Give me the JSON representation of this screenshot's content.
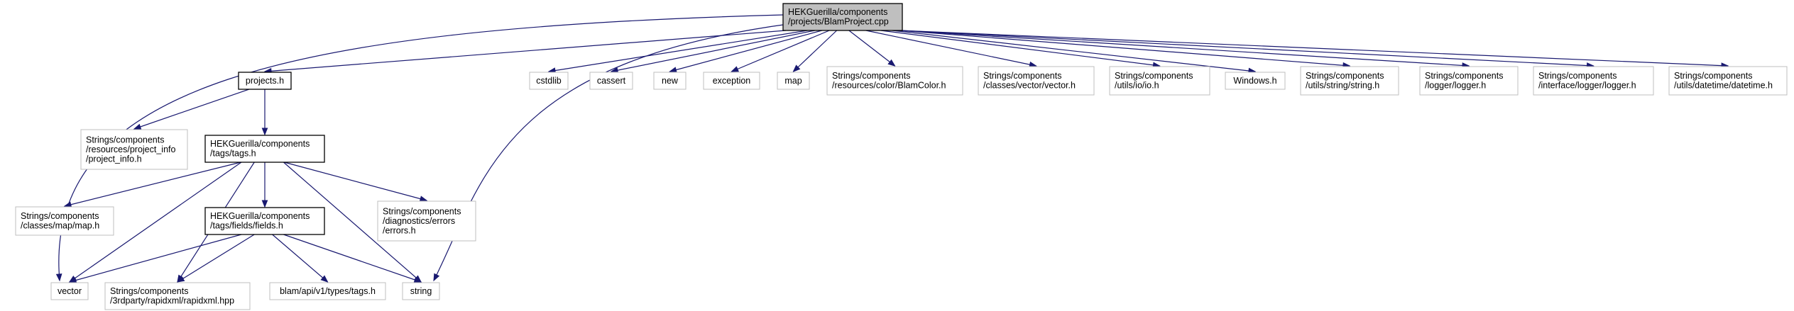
{
  "nodes": [
    {
      "id": "root",
      "lines": [
        "HEKGuerilla/components",
        "/projects/BlamProject.cpp"
      ],
      "style": "root"
    },
    {
      "id": "projects_h",
      "lines": [
        "projects.h"
      ],
      "style": "linked"
    },
    {
      "id": "vector",
      "lines": [
        "vector"
      ],
      "style": "external"
    },
    {
      "id": "string",
      "lines": [
        "string"
      ],
      "style": "external"
    },
    {
      "id": "cstdlib",
      "lines": [
        "cstdlib"
      ],
      "style": "external"
    },
    {
      "id": "cassert",
      "lines": [
        "cassert"
      ],
      "style": "external"
    },
    {
      "id": "new",
      "lines": [
        "new"
      ],
      "style": "external"
    },
    {
      "id": "exception",
      "lines": [
        "exception"
      ],
      "style": "external"
    },
    {
      "id": "map",
      "lines": [
        "map"
      ],
      "style": "external"
    },
    {
      "id": "blamcolor",
      "lines": [
        "Strings/components",
        "/resources/color/BlamColor.h"
      ],
      "style": "external"
    },
    {
      "id": "vector_h",
      "lines": [
        "Strings/components",
        "/classes/vector/vector.h"
      ],
      "style": "external"
    },
    {
      "id": "io_h",
      "lines": [
        "Strings/components",
        "/utils/io/io.h"
      ],
      "style": "external"
    },
    {
      "id": "windows_h",
      "lines": [
        "Windows.h"
      ],
      "style": "external"
    },
    {
      "id": "string_h",
      "lines": [
        "Strings/components",
        "/utils/string/string.h"
      ],
      "style": "external"
    },
    {
      "id": "logger_h",
      "lines": [
        "Strings/components",
        "/logger/logger.h"
      ],
      "style": "external"
    },
    {
      "id": "iface_logger_h",
      "lines": [
        "Strings/components",
        "/interface/logger/logger.h"
      ],
      "style": "external"
    },
    {
      "id": "datetime_h",
      "lines": [
        "Strings/components",
        "/utils/datetime/datetime.h"
      ],
      "style": "external"
    },
    {
      "id": "project_info_h",
      "lines": [
        "Strings/components",
        "/resources/project_info",
        "/project_info.h"
      ],
      "style": "external"
    },
    {
      "id": "tags_h",
      "lines": [
        "HEKGuerilla/components",
        "/tags/tags.h"
      ],
      "style": "linked"
    },
    {
      "id": "map_h",
      "lines": [
        "Strings/components",
        "/classes/map/map.h"
      ],
      "style": "external"
    },
    {
      "id": "fields_h",
      "lines": [
        "HEKGuerilla/components",
        "/tags/fields/fields.h"
      ],
      "style": "linked"
    },
    {
      "id": "errors_h",
      "lines": [
        "Strings/components",
        "/diagnostics/errors",
        "/errors.h"
      ],
      "style": "external"
    },
    {
      "id": "rapidxml",
      "lines": [
        "Strings/components",
        "/3rdparty/rapidxml/rapidxml.hpp"
      ],
      "style": "external"
    },
    {
      "id": "types_tags_h",
      "lines": [
        "blam/api/v1/types/tags.h"
      ],
      "style": "external"
    }
  ],
  "edges": [
    [
      "root",
      "projects_h"
    ],
    [
      "root",
      "vector"
    ],
    [
      "root",
      "string"
    ],
    [
      "root",
      "cstdlib"
    ],
    [
      "root",
      "cassert"
    ],
    [
      "root",
      "new"
    ],
    [
      "root",
      "exception"
    ],
    [
      "root",
      "map"
    ],
    [
      "root",
      "blamcolor"
    ],
    [
      "root",
      "vector_h"
    ],
    [
      "root",
      "io_h"
    ],
    [
      "root",
      "windows_h"
    ],
    [
      "root",
      "string_h"
    ],
    [
      "root",
      "logger_h"
    ],
    [
      "root",
      "iface_logger_h"
    ],
    [
      "root",
      "datetime_h"
    ],
    [
      "projects_h",
      "project_info_h"
    ],
    [
      "projects_h",
      "tags_h"
    ],
    [
      "tags_h",
      "map_h"
    ],
    [
      "tags_h",
      "vector"
    ],
    [
      "tags_h",
      "rapidxml"
    ],
    [
      "tags_h",
      "fields_h"
    ],
    [
      "tags_h",
      "string"
    ],
    [
      "tags_h",
      "errors_h"
    ],
    [
      "fields_h",
      "vector"
    ],
    [
      "fields_h",
      "rapidxml"
    ],
    [
      "fields_h",
      "types_tags_h"
    ],
    [
      "fields_h",
      "string"
    ]
  ]
}
